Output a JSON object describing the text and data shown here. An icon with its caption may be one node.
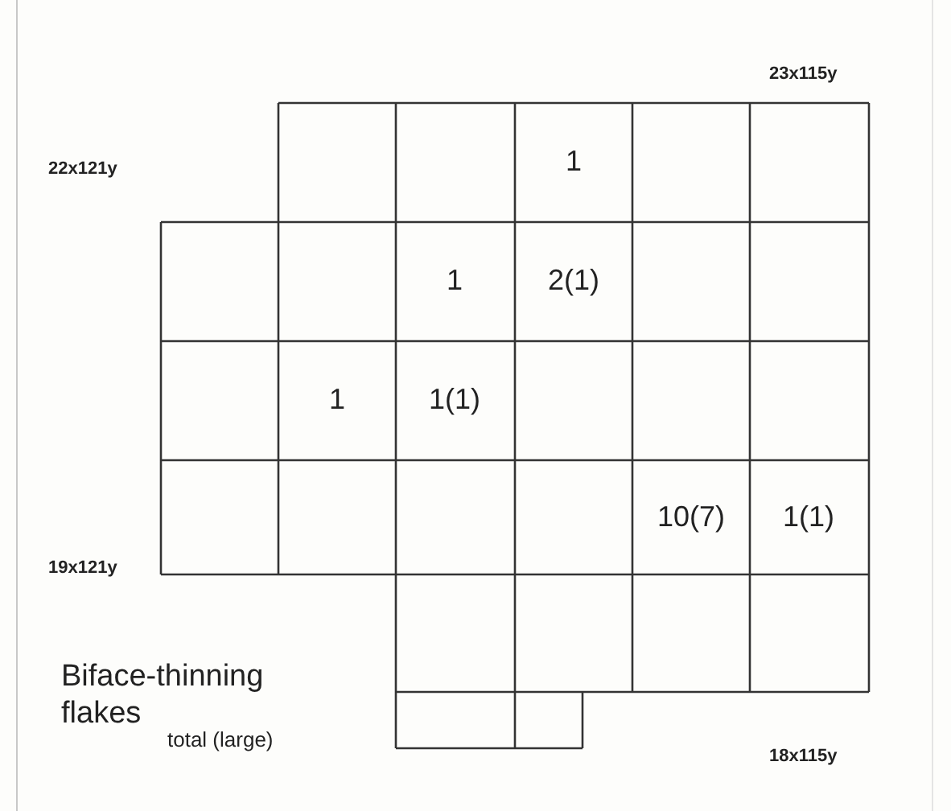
{
  "diagram": {
    "labels": [
      "23x115y",
      "1",
      "22x121y",
      "1",
      "2(1)",
      "1",
      "1(1)",
      "10(7)",
      "1(1)",
      "19x121y",
      "Biface-thinning flakes",
      "total (large)",
      "18x115y"
    ]
  }
}
